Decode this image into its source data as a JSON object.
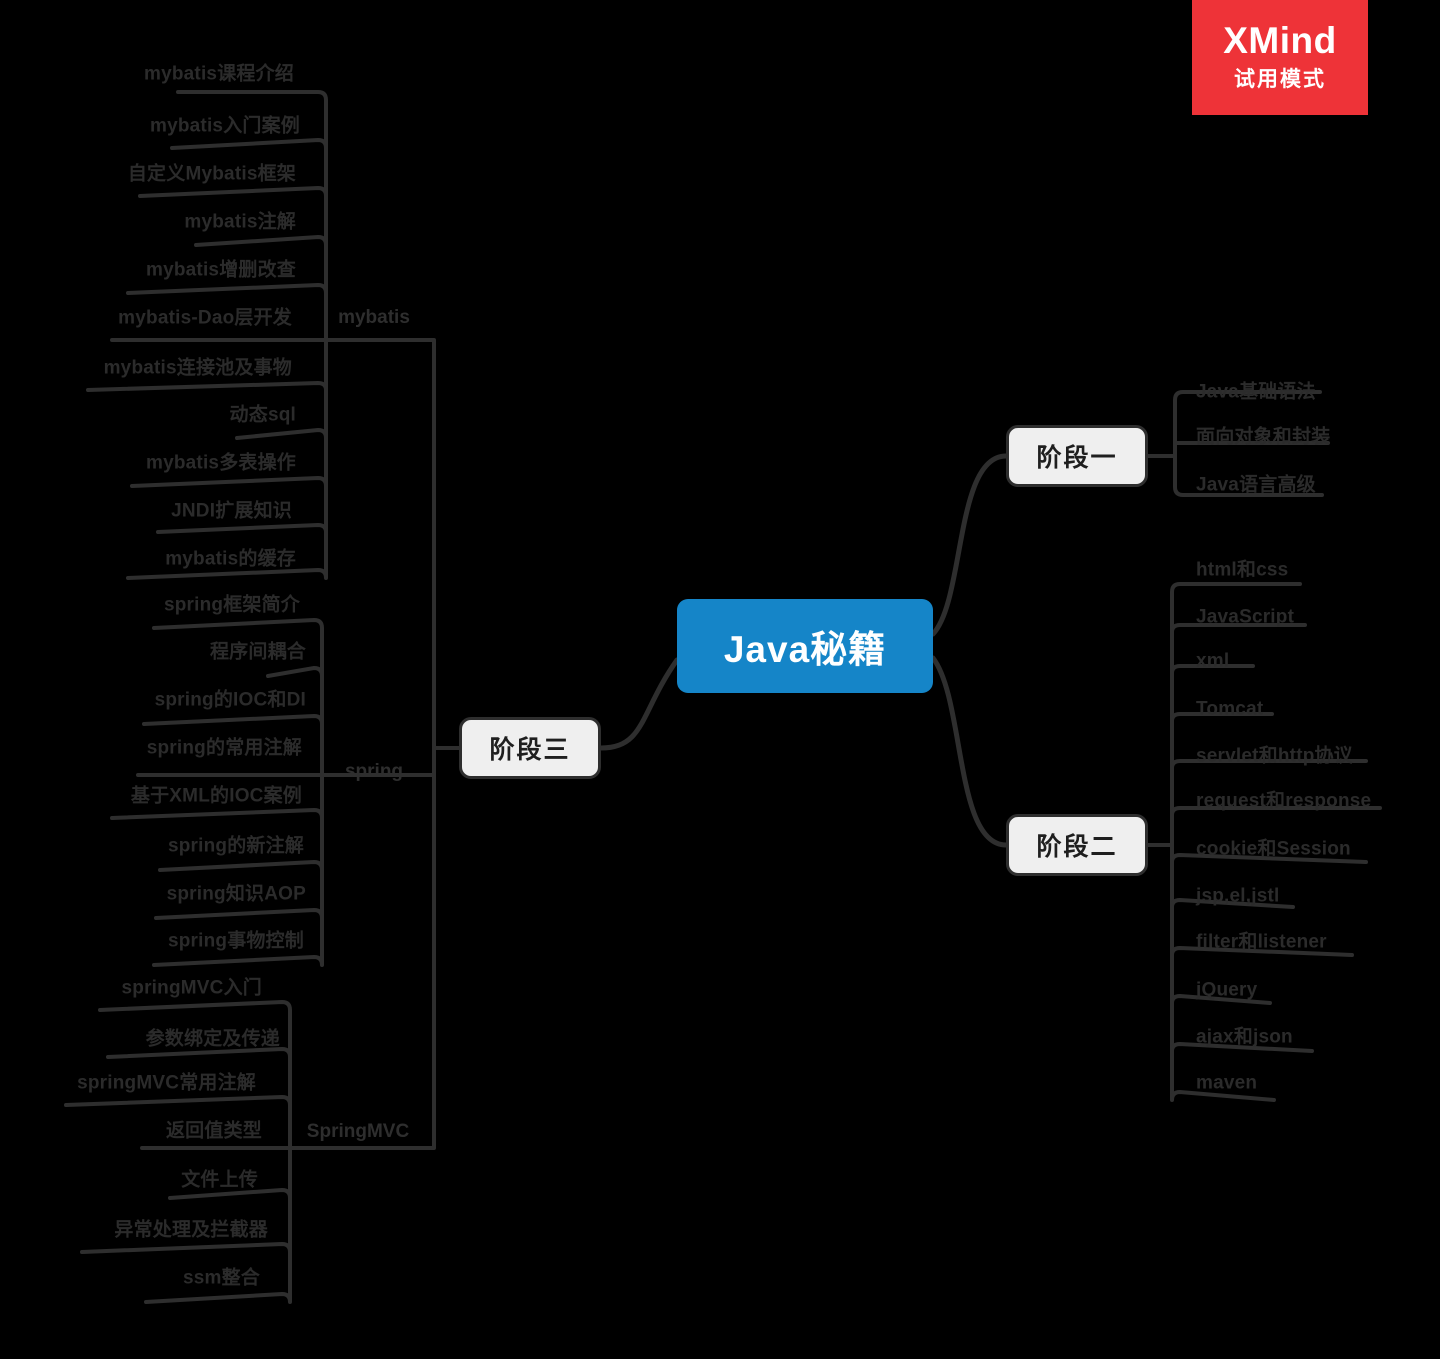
{
  "watermark": {
    "title": "XMind",
    "subtitle": "试用模式",
    "color": "#ee3338"
  },
  "root": {
    "label": "Java秘籍",
    "color": "#1585c8",
    "text_color": "#ffffff"
  },
  "stages": [
    {
      "id": "stage1",
      "label": "阶段一"
    },
    {
      "id": "stage2",
      "label": "阶段二"
    },
    {
      "id": "stage3",
      "label": "阶段三"
    }
  ],
  "branch_labels": [
    {
      "id": "mybatis",
      "label": "mybatis"
    },
    {
      "id": "spring",
      "label": "spring"
    },
    {
      "id": "springmvc",
      "label": "SpringMVC"
    }
  ],
  "stage1_topics": [
    "Java基础语法",
    "面向对象和封装",
    "Java语言高级"
  ],
  "stage2_topics": [
    "html和css",
    "JavaScript",
    "xml",
    "Tomcat",
    "servlet和http协议",
    "request和response",
    "cookie和Session",
    "jsp,el,jstl",
    "filter和listener",
    "jQuery",
    "ajax和json",
    "maven"
  ],
  "mybatis_topics": [
    "mybatis课程介绍",
    "mybatis入门案例",
    "自定义Mybatis框架",
    "mybatis注解",
    "mybatis增删改查",
    "mybatis-Dao层开发",
    "mybatis连接池及事物",
    "动态sql",
    "mybatis多表操作",
    "JNDI扩展知识",
    "mybatis的缓存"
  ],
  "spring_topics": [
    "spring框架简介",
    "程序间耦合",
    "spring的IOC和DI",
    "spring的常用注解",
    "基于XML的IOC案例",
    "spring的新注解",
    "spring知识AOP",
    "spring事物控制"
  ],
  "springmvc_topics": [
    "springMVC入门",
    "参数绑定及传递",
    "springMVC常用注解",
    "返回值类型",
    "文件上传",
    "异常处理及拦截器",
    "ssm整合"
  ],
  "style": {
    "wire_color": "#2e2e2e",
    "text_color": "#2b2b2b",
    "background": "#000000"
  }
}
